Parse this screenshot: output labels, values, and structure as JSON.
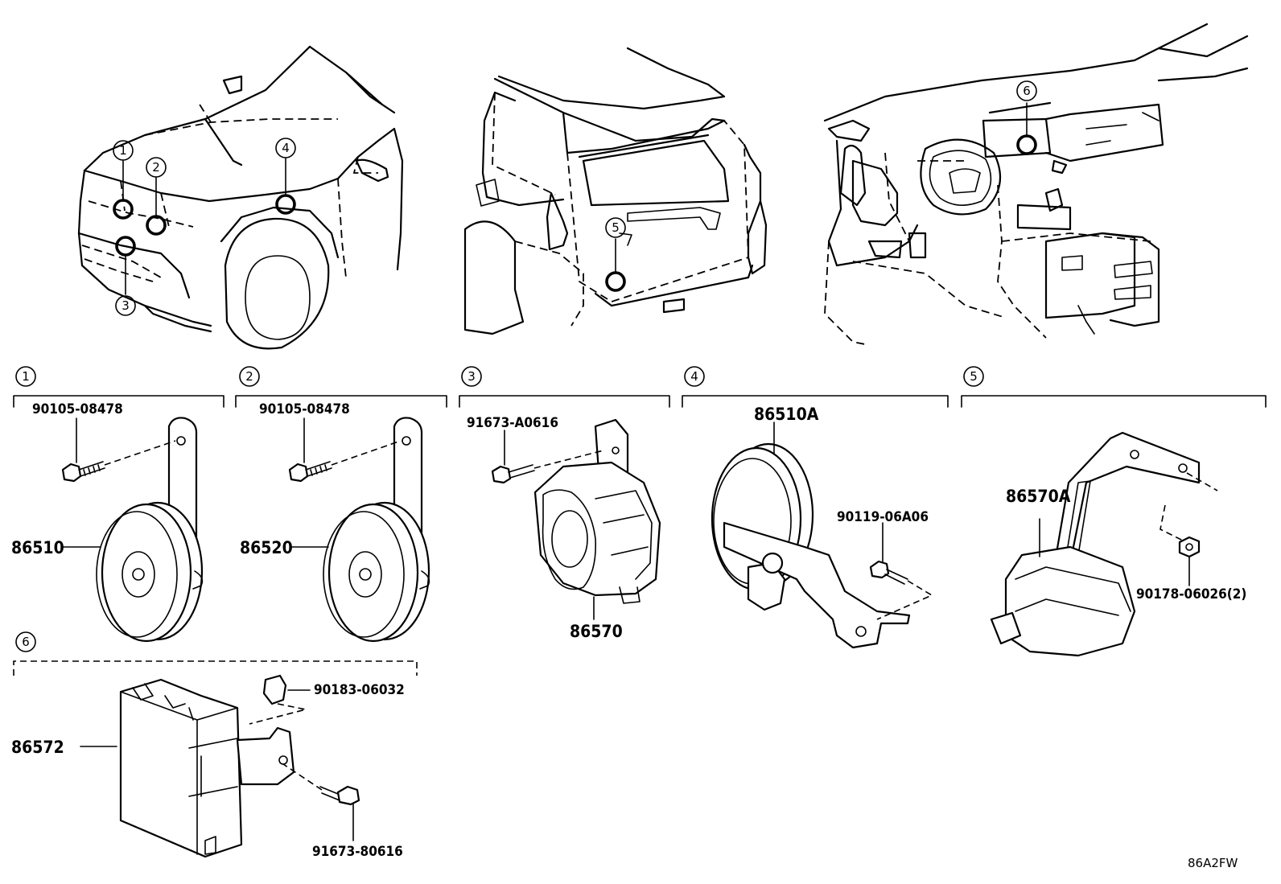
{
  "diagram_code": "86A2FW",
  "callouts": [
    {
      "id": 1,
      "label": "1"
    },
    {
      "id": 2,
      "label": "2"
    },
    {
      "id": 3,
      "label": "3"
    },
    {
      "id": 4,
      "label": "4"
    },
    {
      "id": 5,
      "label": "5"
    },
    {
      "id": 6,
      "label": "6"
    }
  ],
  "groups": [
    {
      "id": 1,
      "parts": [
        "86510"
      ],
      "fasteners": [
        "90105-08478"
      ]
    },
    {
      "id": 2,
      "parts": [
        "86520"
      ],
      "fasteners": [
        "90105-08478"
      ]
    },
    {
      "id": 3,
      "parts": [
        "86570"
      ],
      "fasteners": [
        "91673-A0616"
      ]
    },
    {
      "id": 4,
      "parts": [
        "86510A"
      ],
      "fasteners": [
        "90119-06A06"
      ]
    },
    {
      "id": 5,
      "parts": [
        "86570A"
      ],
      "fasteners": [
        "90178-06026(2)"
      ]
    },
    {
      "id": 6,
      "parts": [
        "86572"
      ],
      "fasteners": [
        "90183-06032",
        "91673-80616"
      ]
    }
  ],
  "labels": {
    "g1_fastener": "90105-08478",
    "g1_part": "86510",
    "g2_fastener": "90105-08478",
    "g2_part": "86520",
    "g3_fastener": "91673-A0616",
    "g3_part": "86570",
    "g4_part": "86510A",
    "g4_fastener": "90119-06A06",
    "g5_part": "86570A",
    "g5_fastener": "90178-06026(2)",
    "g6_clip": "90183-06032",
    "g6_part": "86572",
    "g6_bolt": "91673-80616"
  }
}
